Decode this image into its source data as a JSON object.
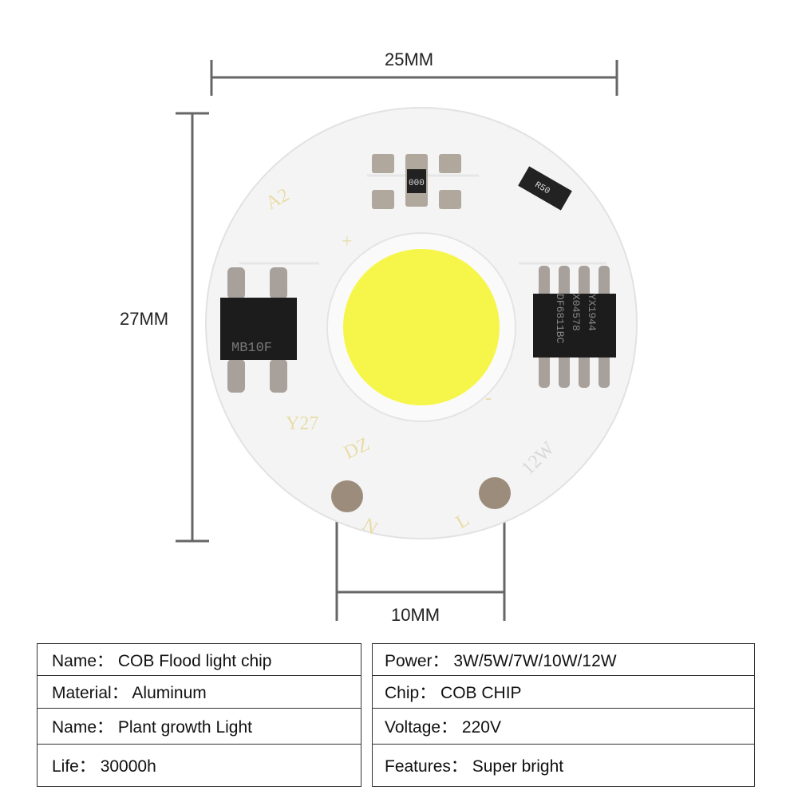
{
  "dimensions": {
    "width": "25MM",
    "height": "27MM",
    "pin_spacing": "10MM"
  },
  "board_markings": {
    "a2": "A2",
    "plus": "+",
    "minus": "-",
    "y27": "Y27",
    "dz": "DZ",
    "w12": "12W",
    "n": "N",
    "l": "L",
    "resistor_top": "000",
    "resistor_side": "R50",
    "bridge_chip": "MB10F",
    "driver_chip": [
      "DF6811BC",
      "X04578",
      "YX1944"
    ]
  },
  "colors": {
    "board": "#f4f4f4",
    "led": "#f6f64a",
    "chip": "#1c1c1c",
    "marking": "#e8dca8",
    "dimension_line": "#666666"
  },
  "specs": {
    "left": [
      {
        "label": "Name：",
        "value": "COB Flood light chip"
      },
      {
        "label": "Material：",
        "value": "Aluminum"
      },
      {
        "label": "Name：",
        "value": "Plant growth Light"
      },
      {
        "label": "Life：",
        "value": "30000h"
      }
    ],
    "right": [
      {
        "label": "Power：",
        "value": "3W/5W/7W/10W/12W"
      },
      {
        "label": "Chip：",
        "value": "COB CHIP"
      },
      {
        "label": "Voltage：",
        "value": "220V"
      },
      {
        "label": "Features：",
        "value": "Super bright"
      }
    ]
  }
}
